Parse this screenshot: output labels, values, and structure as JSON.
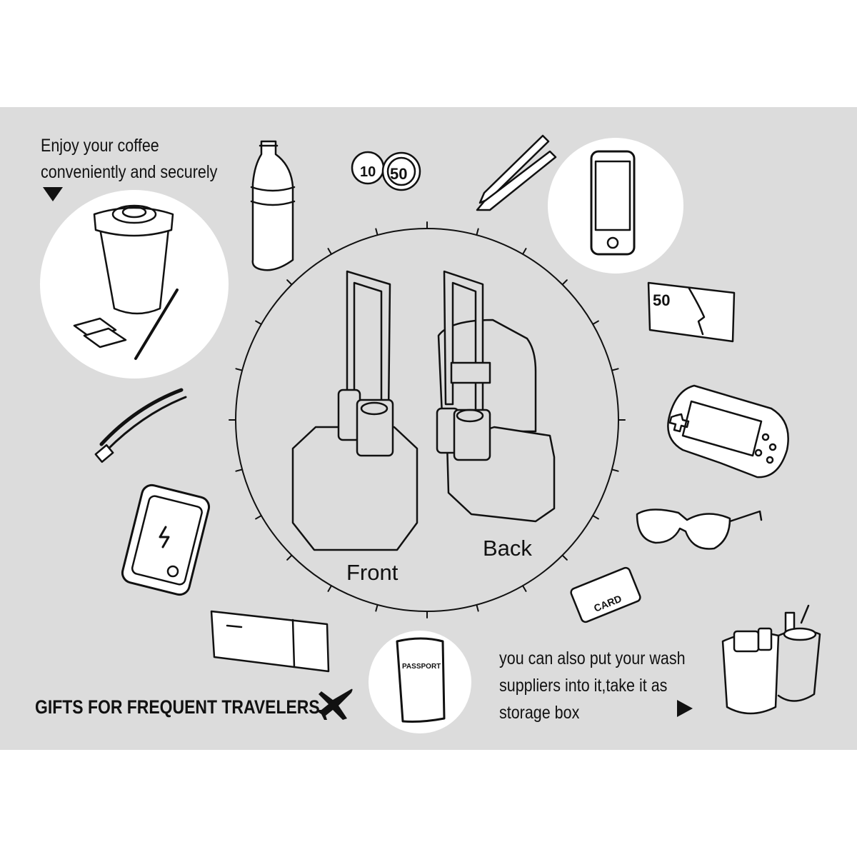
{
  "captions": {
    "coffee_line1": "Enjoy your coffee",
    "coffee_line2": "conveniently and securely",
    "wash_line1": "you can also put your wash",
    "wash_line2": "suppliers into it,take it as",
    "wash_line3": "storage box",
    "gifts_title": "GIFTS FOR FREQUENT TRAVELERS"
  },
  "product_views": {
    "front": "Front",
    "back": "Back"
  },
  "item_labels": {
    "coin_1": "10",
    "coin_2": "50",
    "banknote": "50",
    "card": "CARD",
    "passport": "PASSPORT"
  },
  "icons": [
    "water-bottle-icon",
    "coins-icon",
    "pencils-icon",
    "smartphone-icon",
    "banknote-icon",
    "game-console-icon",
    "sunglasses-icon",
    "card-icon",
    "wash-organizer-icon",
    "passport-icon",
    "boarding-ticket-icon",
    "power-bank-icon",
    "usb-cable-icon",
    "coffee-cup-icon",
    "airplane-icon"
  ],
  "colors": {
    "panel": "#dcdcdc",
    "line": "#111111",
    "circle_fill": "#ffffff"
  }
}
